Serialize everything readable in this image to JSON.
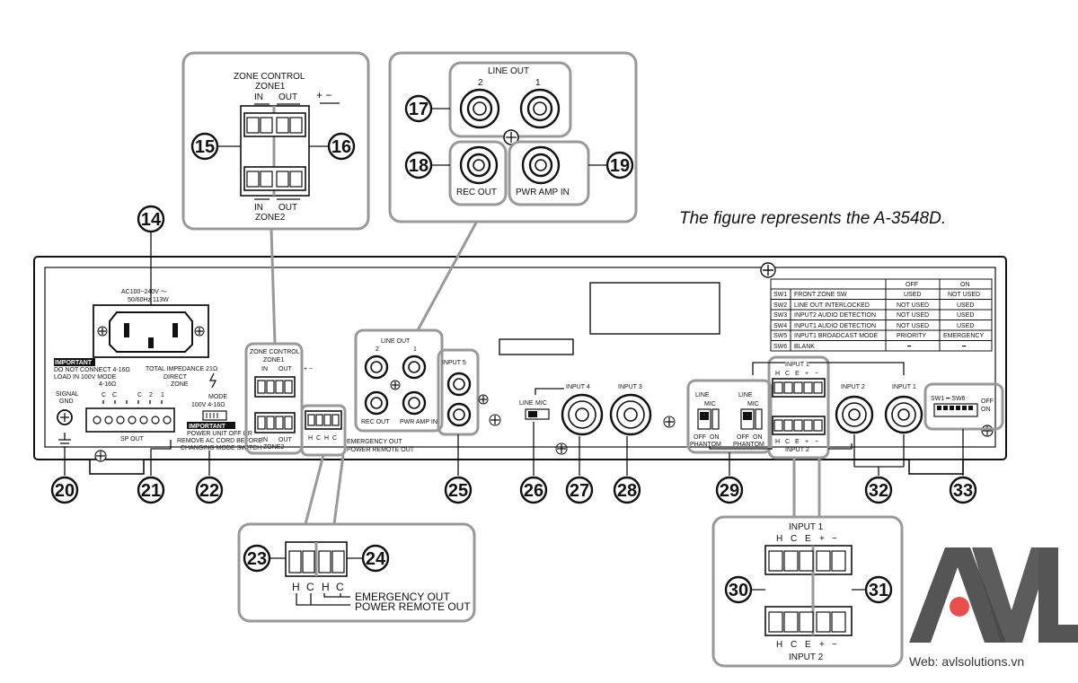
{
  "caption": "The figure represents the A-3548D.",
  "website": "Web: avlsolutions.vn",
  "logo": {
    "letters": [
      "A",
      "V",
      "L"
    ],
    "accent_color": "#e8504f",
    "letter_color": "#555555"
  },
  "callouts": [
    "14",
    "15",
    "16",
    "17",
    "18",
    "19",
    "20",
    "21",
    "22",
    "23",
    "24",
    "25",
    "26",
    "27",
    "28",
    "29",
    "30",
    "31",
    "32",
    "33"
  ],
  "power": {
    "rating_line1": "AC100−240V ～",
    "rating_line2": "50/60Hz  113W"
  },
  "signal_gnd": {
    "line1": "SIGNAL",
    "line2": "GND"
  },
  "important_label": "IMPORTANT",
  "sp_warning": {
    "line1": "DO NOT CONNECT 4-16Ω",
    "line2": "LOAD IN 100V MODE"
  },
  "sp_out": {
    "total_impedance": "TOTAL IMPEDANCE  21Ω",
    "direct": "DIRECT",
    "zone": "ZONE",
    "imp": "4-16Ω",
    "terminals": [
      "C",
      "C",
      "C",
      "2",
      "1"
    ],
    "label": "SP OUT"
  },
  "mode": {
    "label": "MODE",
    "options": "100V   4-16Ω",
    "warning": [
      "POWER UNIT OFF OR",
      "REMOVE AC CORD BEFORE",
      "CHANGING MODE SWITCH"
    ]
  },
  "zone_control": {
    "title": "ZONE CONTROL",
    "zone1": "ZONE1",
    "zone2": "ZONE2",
    "in": "IN",
    "out": "OUT",
    "polarity": "+ −"
  },
  "line_out": {
    "title": "LINE OUT",
    "ch2": "2",
    "ch1": "1",
    "rec_out": "REC OUT",
    "pwr_amp_in": "PWR AMP IN"
  },
  "input5": "INPUT 5",
  "input4": "INPUT 4",
  "input3": "INPUT 3",
  "input2": "INPUT 2",
  "input1": "INPUT 1",
  "line_mic": {
    "line": "LINE",
    "mic": "MIC",
    "off": "OFF",
    "on": "ON",
    "phantom": "PHANTOM"
  },
  "terminal_labels": [
    "H",
    "C",
    "E",
    "+",
    "−"
  ],
  "remote": {
    "hc": [
      "H",
      "C",
      "H",
      "C"
    ],
    "emergency_out": "EMERGENCY OUT",
    "power_remote_out": "POWER REMOTE OUT"
  },
  "dip": {
    "label": "SW1 ━ SW6",
    "off": "OFF",
    "on": "ON"
  },
  "sw_table": {
    "headers": [
      "",
      "",
      "OFF",
      "ON"
    ],
    "rows": [
      [
        "SW1",
        "FRONT ZONE SW",
        "USED",
        "NOT USED"
      ],
      [
        "SW2",
        "LINE OUT INTERLOCKED",
        "NOT USED",
        "USED"
      ],
      [
        "SW3",
        "INPUT2 AUDIO DETECTION",
        "NOT USED",
        "USED"
      ],
      [
        "SW4",
        "INPUT1 AUDIO DETECTION",
        "NOT USED",
        "USED"
      ],
      [
        "SW5",
        "INPUT1 BROADCAST MODE",
        "PRIORITY",
        "EMERGENCY"
      ],
      [
        "SW6",
        "BLANK",
        "━",
        "━"
      ]
    ]
  }
}
